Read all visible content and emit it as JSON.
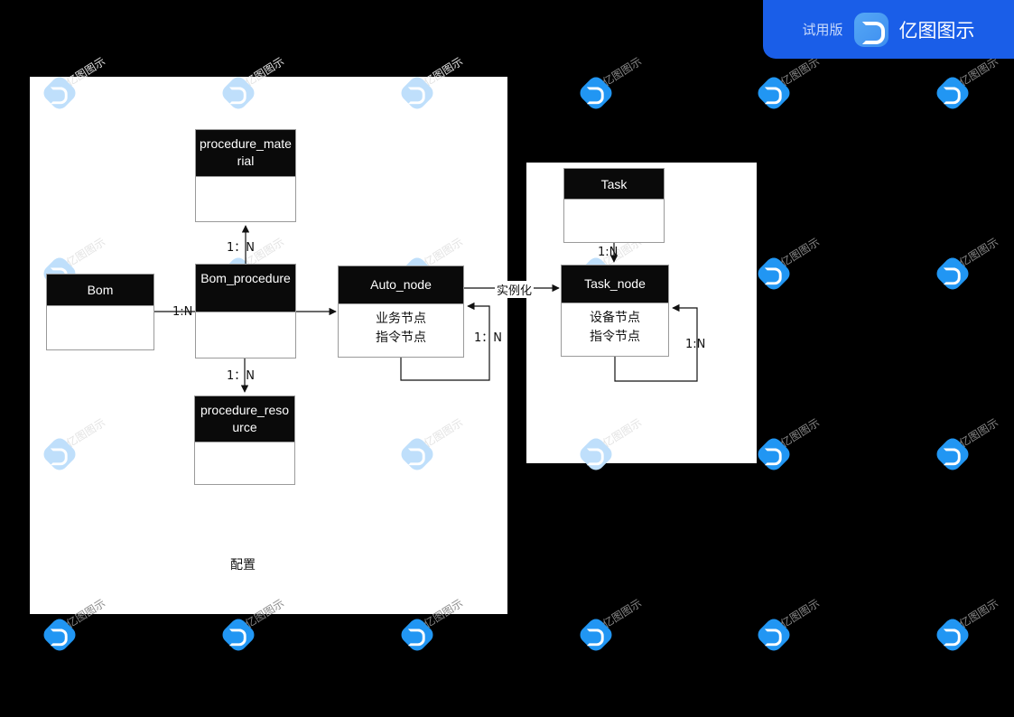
{
  "brand": {
    "trial_label": "试用版",
    "product_name": "亿图图示",
    "logo_icon": "edraw-logo-icon",
    "banner_color": "#1a5ee8"
  },
  "watermark": {
    "text": "亿图图示",
    "badge_icon": "edraw-watermark-icon"
  },
  "canvas": {
    "background_color": "#000000",
    "panels": [
      {
        "id": "config",
        "caption": "配置",
        "background_color": "#ffffff"
      },
      {
        "id": "task",
        "caption": "",
        "background_color": "#ffffff"
      }
    ]
  },
  "entities": {
    "procedure_material": {
      "title": "procedure_material",
      "body": ""
    },
    "bom": {
      "title": "Bom",
      "body": ""
    },
    "bom_procedure": {
      "title": "Bom_procedure",
      "body": ""
    },
    "auto_node": {
      "title": "Auto_node",
      "body_line1": "业务节点",
      "body_line2": "指令节点"
    },
    "procedure_resource": {
      "title": "procedure_resource",
      "body": ""
    },
    "task": {
      "title": "Task",
      "body": ""
    },
    "task_node": {
      "title": "Task_node",
      "body_line1": "设备节点",
      "body_line2": "指令节点"
    }
  },
  "edges": {
    "bom_procedure_to_procedure_material": "1：N",
    "bom_to_bom_procedure": "1:N",
    "bom_procedure_to_procedure_resource": "1：N",
    "auto_node_self": "1：N",
    "auto_node_to_task_node": "实例化",
    "task_to_task_node": "1:N",
    "task_node_self": "1:N"
  },
  "colors": {
    "entity_header": "#0a0a0a",
    "entity_header_text": "#ffffff",
    "entity_border": "#9a9a9a",
    "entity_body": "#ffffff",
    "connector": "#111111"
  }
}
